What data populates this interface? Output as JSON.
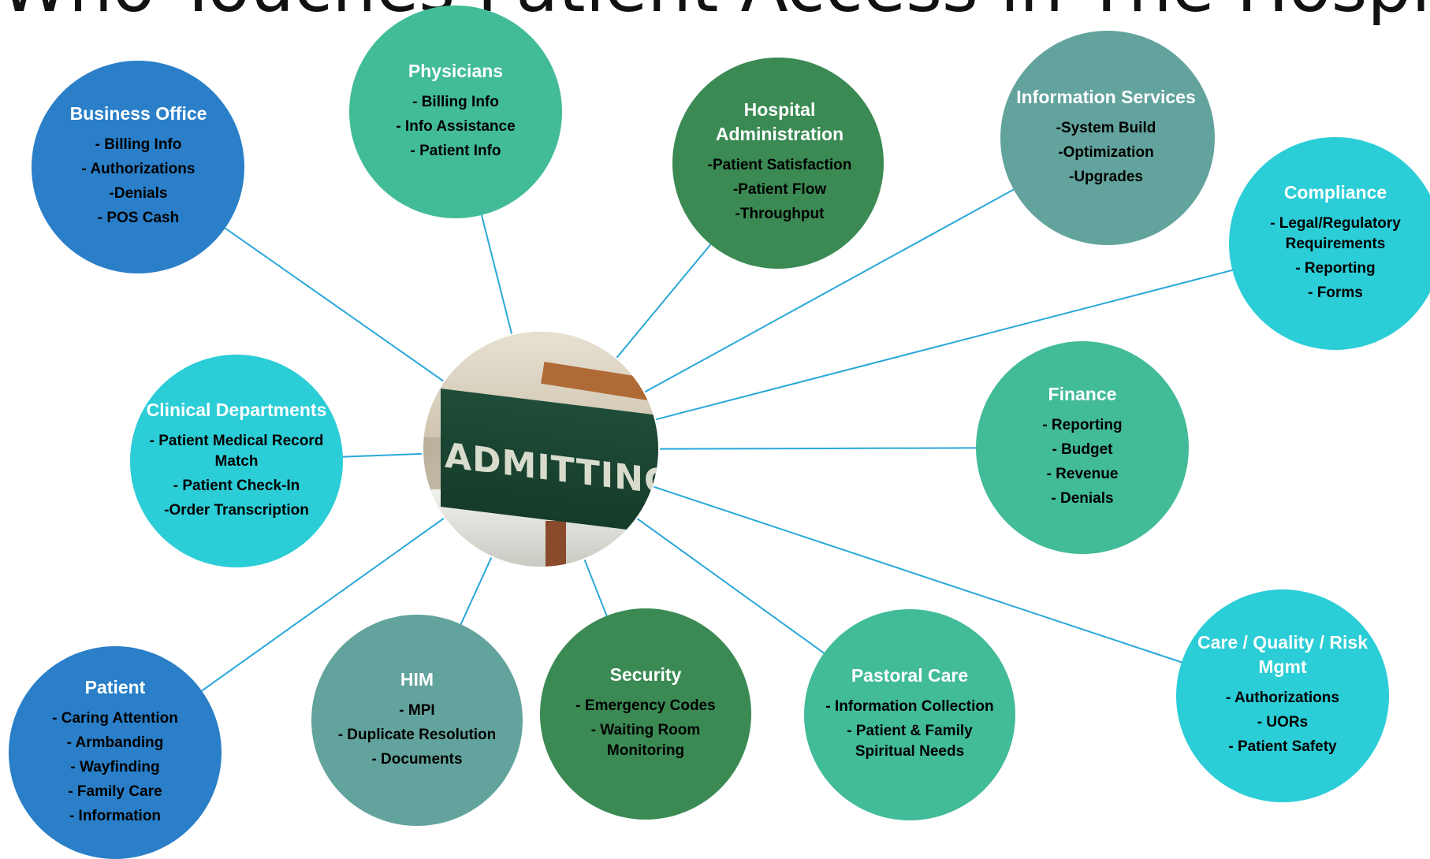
{
  "title": "Who Touches Patient Access in The Hospital Enterprise?",
  "colors": {
    "connector": "#29a8d9",
    "blue": "#2a7fc8",
    "green": "#42bb98",
    "dark_green": "#3b8a54",
    "teal_gray": "#63a39d",
    "cyan": "#2bcdd7"
  },
  "hub": {
    "label": "ADMITTING",
    "image": "admitting-sign-photo"
  },
  "nodes": [
    {
      "id": "business-office",
      "title": "Business Office",
      "color": "blue",
      "items": [
        "- Billing Info",
        "- Authorizations",
        "-Denials",
        "- POS Cash"
      ]
    },
    {
      "id": "physicians",
      "title": "Physicians",
      "color": "green",
      "items": [
        "- Billing Info",
        "- Info Assistance",
        "- Patient Info"
      ]
    },
    {
      "id": "hospital-administration",
      "title": "Hospital Administration",
      "color": "dark_green",
      "items": [
        "-Patient Satisfaction",
        "-Patient Flow",
        "-Throughput"
      ]
    },
    {
      "id": "information-services",
      "title": "Information Services",
      "color": "teal_gray",
      "items": [
        "-System Build",
        "-Optimization",
        "-Upgrades"
      ]
    },
    {
      "id": "compliance",
      "title": "Compliance",
      "color": "cyan",
      "items": [
        "- Legal/Regulatory Requirements",
        "- Reporting",
        "- Forms"
      ]
    },
    {
      "id": "clinical-departments",
      "title": "Clinical Departments",
      "color": "cyan",
      "items": [
        "- Patient Medical Record Match",
        "- Patient Check-In",
        "-Order Transcription"
      ]
    },
    {
      "id": "finance",
      "title": "Finance",
      "color": "green",
      "items": [
        "- Reporting",
        "- Budget",
        "- Revenue",
        "- Denials"
      ]
    },
    {
      "id": "patient",
      "title": "Patient",
      "color": "blue",
      "items": [
        "- Caring Attention",
        "- Armbanding",
        "- Wayfinding",
        "- Family Care",
        "- Information"
      ]
    },
    {
      "id": "him",
      "title": "HIM",
      "color": "teal_gray",
      "items": [
        "- MPI",
        "- Duplicate Resolution",
        "- Documents"
      ]
    },
    {
      "id": "security",
      "title": "Security",
      "color": "dark_green",
      "items": [
        "- Emergency Codes",
        "- Waiting Room Monitoring"
      ]
    },
    {
      "id": "pastoral-care",
      "title": "Pastoral Care",
      "color": "green",
      "items": [
        "- Information Collection",
        "- Patient & Family Spiritual Needs"
      ]
    },
    {
      "id": "care-quality-risk",
      "title": "Care / Quality / Risk Mgmt",
      "color": "cyan",
      "items": [
        "- Authorizations",
        "- UORs",
        "- Patient Safety"
      ]
    }
  ]
}
